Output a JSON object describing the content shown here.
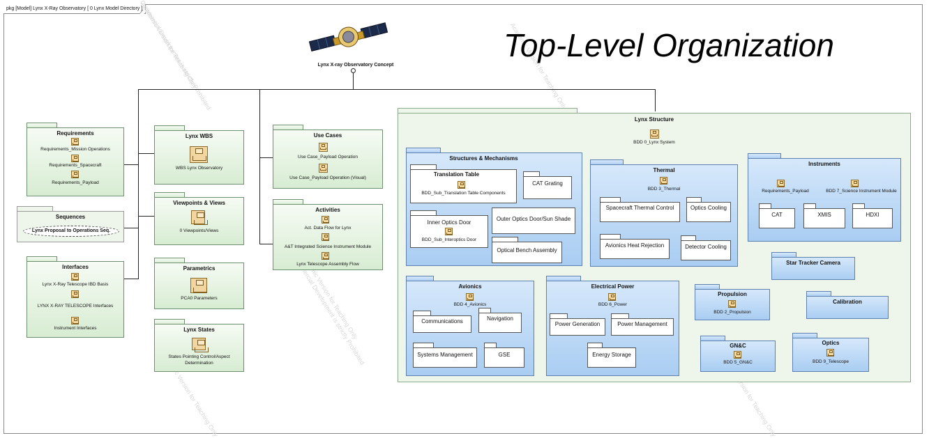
{
  "frame_label": "pkg [Model] Lynx X-Ray Observatory [ 0 Lynx Model Directory ]",
  "title": "Top-Level Organization",
  "root": {
    "label": "Lynx X-ray Observatory Concept"
  },
  "watermark": "Academic Version for Teaching Only",
  "watermark2": "Commercial Development is strictly Prohibited",
  "requirements": {
    "title": "Requirements",
    "items": [
      "Requirements_Mission Operations",
      "Requirements_Spacecraft",
      "Requirements_Payload"
    ]
  },
  "sequences": {
    "title": "Sequences",
    "item": "Lynx Proposal to Operations Seq."
  },
  "interfaces": {
    "title": "Interfaces",
    "items": [
      "Lynx X-Ray Telescope IBD Basis",
      "LYNX X-RAY TELESCOPE Interfaces",
      "Instrument Interfaces"
    ]
  },
  "wbs": {
    "title": "Lynx WBS",
    "item": "WBS Lynx Observatory"
  },
  "viewpoints": {
    "title": "Viewpoints & Views",
    "item": "0 Viewpoints/Views"
  },
  "parametrics": {
    "title": "Parametrics",
    "item": "PCA0 Parameters"
  },
  "states": {
    "title": "Lynx States",
    "item": "States Pointing Control/Aspect Determination"
  },
  "usecases": {
    "title": "Use Cases",
    "items": [
      "Use Case_Payload Operation",
      "Use Case_Payload Operation (Visual)"
    ]
  },
  "activities": {
    "title": "Activities",
    "items": [
      "Act. Data Flow for Lynx",
      "A&T Integrated Science Instrument Module",
      "Lynx Telescope Assembly Flow"
    ]
  },
  "structure": {
    "title": "Lynx Structure",
    "bdd": "BDD 0_Lynx System",
    "structures": {
      "title": "Structures & Mechanisms",
      "translation": "Translation Table",
      "translation_item": "BDD_Sub_Translation Table Components",
      "cat_grating": "CAT Grating",
      "inner_optics": "Inner Optics Door",
      "inner_item": "BDD_Sub_Interoptics Door",
      "outer_optics": "Outer Optics Door/Sun Shade",
      "optical_bench": "Optical Bench Assembly"
    },
    "thermal": {
      "title": "Thermal",
      "bdd": "BDD 3_Thermal",
      "items": [
        "Spacecraft Thermal Control",
        "Optics Cooling",
        "Avionics Heat Rejection",
        "Detector Cooling"
      ]
    },
    "instruments": {
      "title": "Instruments",
      "req": "Requirements_Payload",
      "bdd": "BDD 7_Science Instrument Module",
      "items": [
        "CAT",
        "XMIS",
        "HDXI"
      ]
    },
    "star_tracker": "Star Tracker Camera",
    "avionics": {
      "title": "Avionics",
      "bdd": "BDD 4_Avionics",
      "items": [
        "Communications",
        "Navigation",
        "Systems Management",
        "GSE"
      ]
    },
    "power": {
      "title": "Electrical Power",
      "bdd": "BDD 6_Power",
      "items": [
        "Power Generation",
        "Power Management",
        "Energy Storage"
      ]
    },
    "propulsion": {
      "title": "Propulsion",
      "bdd": "BDD 2_Propulsion"
    },
    "calibration": "Calibration",
    "gnc": {
      "title": "GN&C",
      "bdd": "BDD 5_GN&C"
    },
    "optics": {
      "title": "Optics",
      "bdd": "BDD 9_Telescope"
    }
  }
}
